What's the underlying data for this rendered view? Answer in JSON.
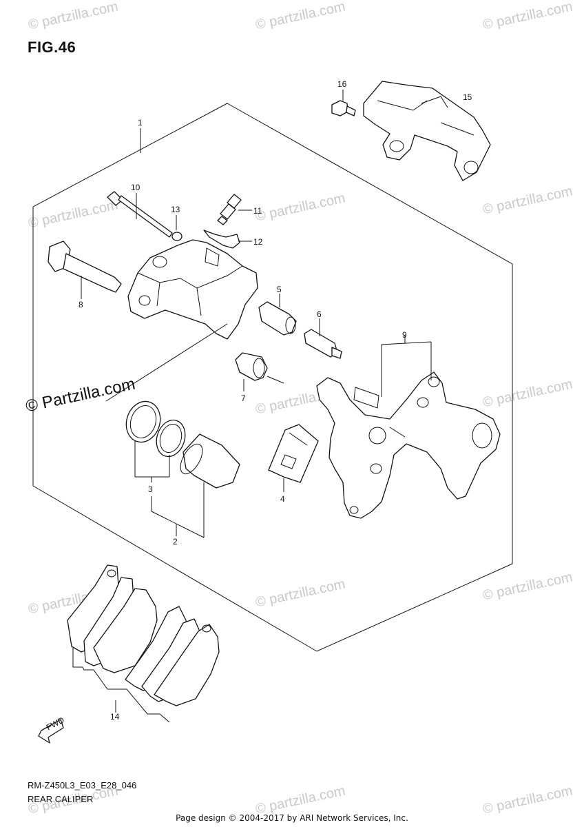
{
  "figure": {
    "title": "FIG.46",
    "model_code": "RM-Z450L3_E03_E28_046",
    "name": "REAR CALIPER"
  },
  "callouts": [
    "1",
    "2",
    "3",
    "4",
    "5",
    "6",
    "7",
    "8",
    "9",
    "10",
    "11",
    "12",
    "13",
    "14",
    "15",
    "16"
  ],
  "fwd_arrow_label": "FWD",
  "watermark": {
    "text": "© Partzilla.com",
    "small_text": "© partzilla.com"
  },
  "footer": "Page design © 2004-2017 by ARI Network Services, Inc.",
  "colors": {
    "line": "#111111",
    "watermark": "#c9c9c9",
    "background": "#ffffff"
  }
}
